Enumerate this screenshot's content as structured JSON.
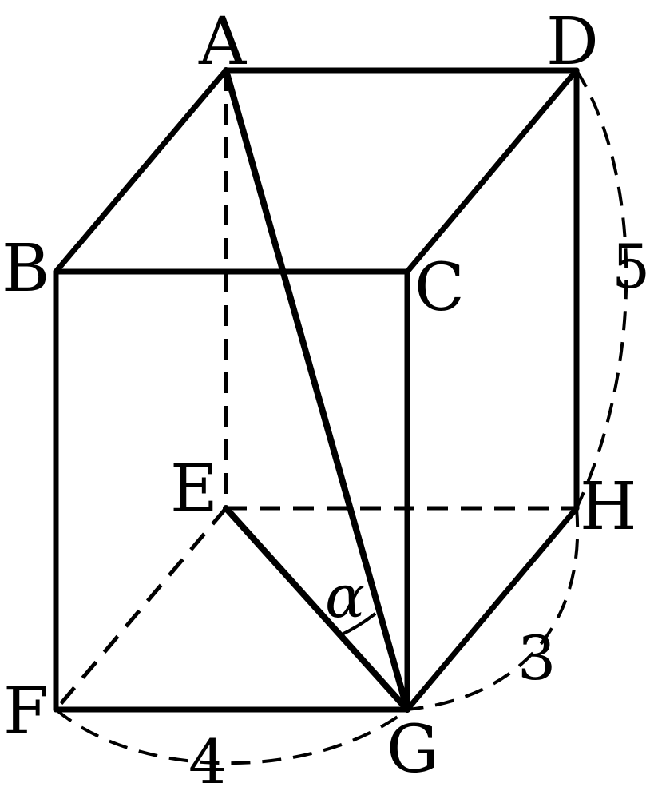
{
  "vertices": {
    "A": "A",
    "B": "B",
    "C": "C",
    "D": "D",
    "E": "E",
    "F": "F",
    "G": "G",
    "H": "H"
  },
  "dimensions": {
    "height": "5",
    "depth": "3",
    "width": "4"
  },
  "angle_label": "α",
  "colors": {
    "stroke": "#000000",
    "background": "#ffffff"
  }
}
